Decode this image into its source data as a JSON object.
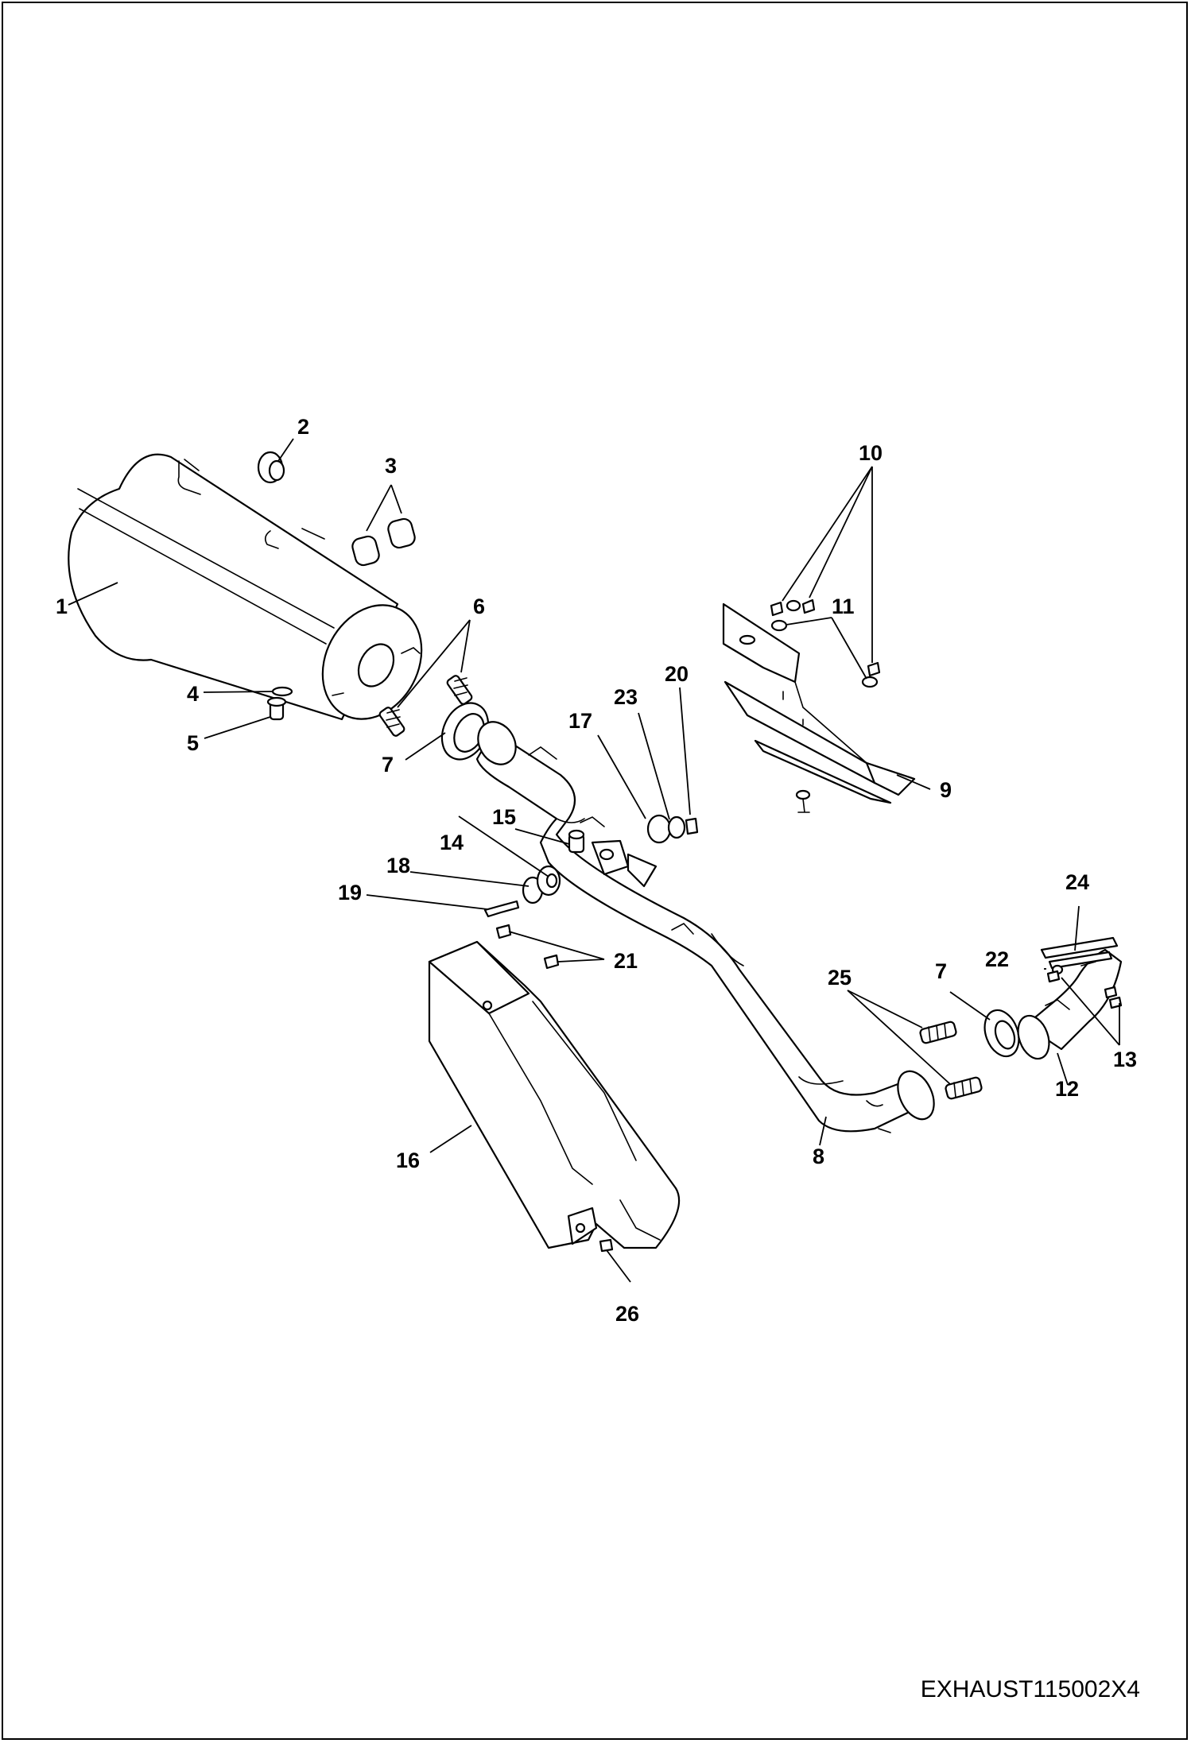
{
  "drawing_code": "EXHAUST115002X4",
  "callouts": {
    "c1": "1",
    "c2": "2",
    "c3": "3",
    "c4": "4",
    "c5": "5",
    "c6": "6",
    "c7a": "7",
    "c7b": "7",
    "c8": "8",
    "c9": "9",
    "c10": "10",
    "c11": "11",
    "c12": "12",
    "c13": "13",
    "c14": "14",
    "c15": "15",
    "c16": "16",
    "c17": "17",
    "c18": "18",
    "c19": "19",
    "c20": "20",
    "c21": "21",
    "c22": "22",
    "c23": "23",
    "c24": "24",
    "c25": "25",
    "c26": "26"
  }
}
